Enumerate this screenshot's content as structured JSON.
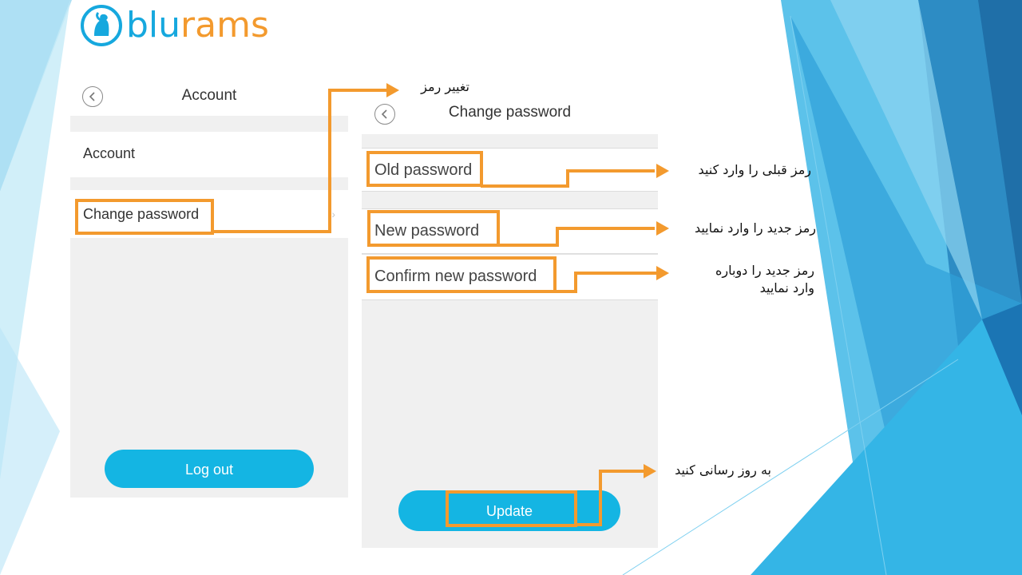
{
  "brand": {
    "name_part1": "blu",
    "name_part2": "rams",
    "color_blue": "#16a8de",
    "color_orange": "#f39a2e"
  },
  "left_screen": {
    "header": {
      "title": "Account",
      "back_icon": "back-circle-icon"
    },
    "rows": [
      {
        "label": "Account"
      },
      {
        "label": "Change password",
        "trailing_icon": "chevron-right-icon"
      }
    ],
    "logout_label": "Log out"
  },
  "right_screen": {
    "header": {
      "title": "Change password",
      "back_icon": "back-circle-icon"
    },
    "fields": [
      {
        "placeholder": "Old password"
      },
      {
        "placeholder": "New password"
      },
      {
        "placeholder": "Confirm new password"
      }
    ],
    "update_label": "Update"
  },
  "annotations": {
    "change_password": "تغییر رمز",
    "old_password": "رمز قبلی را وارد کنید",
    "new_password": "رمز جدید را وارد نمایید",
    "confirm_password": "رمز جدید را دوباره وارد نمایید",
    "update": "به روز رسانی کنید"
  },
  "colors": {
    "accent_orange": "#f39a2e",
    "button_blue": "#14b5e3"
  }
}
